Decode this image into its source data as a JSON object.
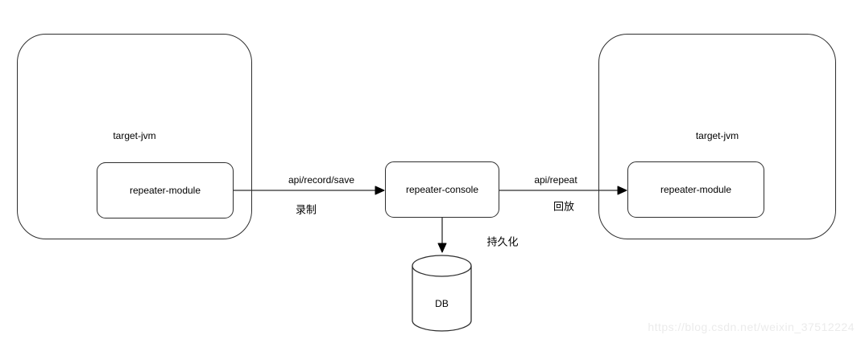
{
  "diagram": {
    "nodes": {
      "left_jvm": {
        "label": "target-jvm"
      },
      "left_module": {
        "label": "repeater-module"
      },
      "console": {
        "label": "repeater-console"
      },
      "right_jvm": {
        "label": "target-jvm"
      },
      "right_module": {
        "label": "repeater-module"
      },
      "db": {
        "label": "DB"
      }
    },
    "edges": {
      "record": {
        "api_label": "api/record/save",
        "caption": "录制"
      },
      "repeat": {
        "api_label": "api/repeat",
        "caption": "回放"
      },
      "persist": {
        "caption": "持久化"
      }
    },
    "colors": {
      "stroke": "#2e2e2e",
      "arrow": "#000000",
      "text": "#000000",
      "background": "#ffffff",
      "watermark": "#ebebeb"
    }
  },
  "watermark": {
    "text": "https://blog.csdn.net/weixin_37512224"
  }
}
